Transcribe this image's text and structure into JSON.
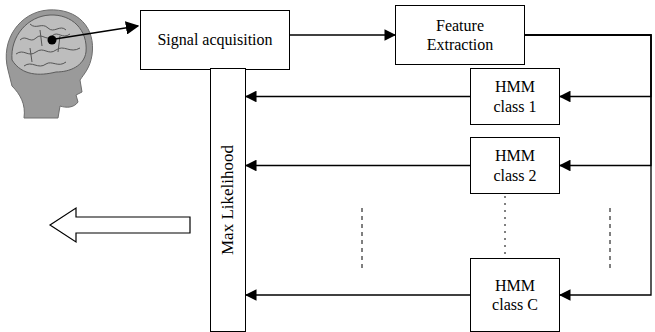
{
  "diagram": {
    "nodes": [
      {
        "text": [
          "Signal acquisition"
        ]
      },
      {
        "text": [
          "Feature Extraction"
        ]
      },
      {
        "text": [
          "HMM class 1"
        ]
      },
      {
        "text": [
          "HMM class 2"
        ]
      },
      {
        "text": [
          "HMM class C"
        ]
      },
      {
        "text": [
          "Max Likelihood"
        ]
      }
    ],
    "edges": [
      {
        "from": 0,
        "to": 1,
        "arrow": "to"
      },
      {
        "from": 1,
        "to": 2,
        "arrow": "to"
      },
      {
        "from": 1,
        "to": 3,
        "arrow": "to"
      },
      {
        "from": 1,
        "to": 4,
        "arrow": "to"
      },
      {
        "from": 2,
        "to": 5,
        "arrow": "to"
      },
      {
        "from": 3,
        "to": 5,
        "arrow": "to"
      },
      {
        "from": 4,
        "to": 5,
        "arrow": "to"
      }
    ]
  }
}
